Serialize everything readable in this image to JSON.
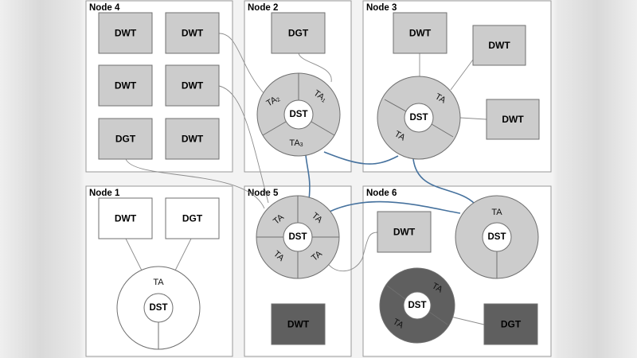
{
  "nodes": {
    "n4": "Node 4",
    "n2": "Node 2",
    "n3": "Node 3",
    "n1": "Node 1",
    "n5": "Node 5",
    "n6": "Node 6"
  },
  "labels": {
    "dwt": "DWT",
    "dgt": "DGT",
    "dst": "DST",
    "ta": "TA",
    "sub1": "1",
    "sub2": "2",
    "sub3": "3"
  },
  "colors": {
    "light_fill": "#cccccc",
    "dark_fill": "#5f5f5f",
    "white_fill": "#ffffff",
    "blue_link": "#46729e"
  }
}
